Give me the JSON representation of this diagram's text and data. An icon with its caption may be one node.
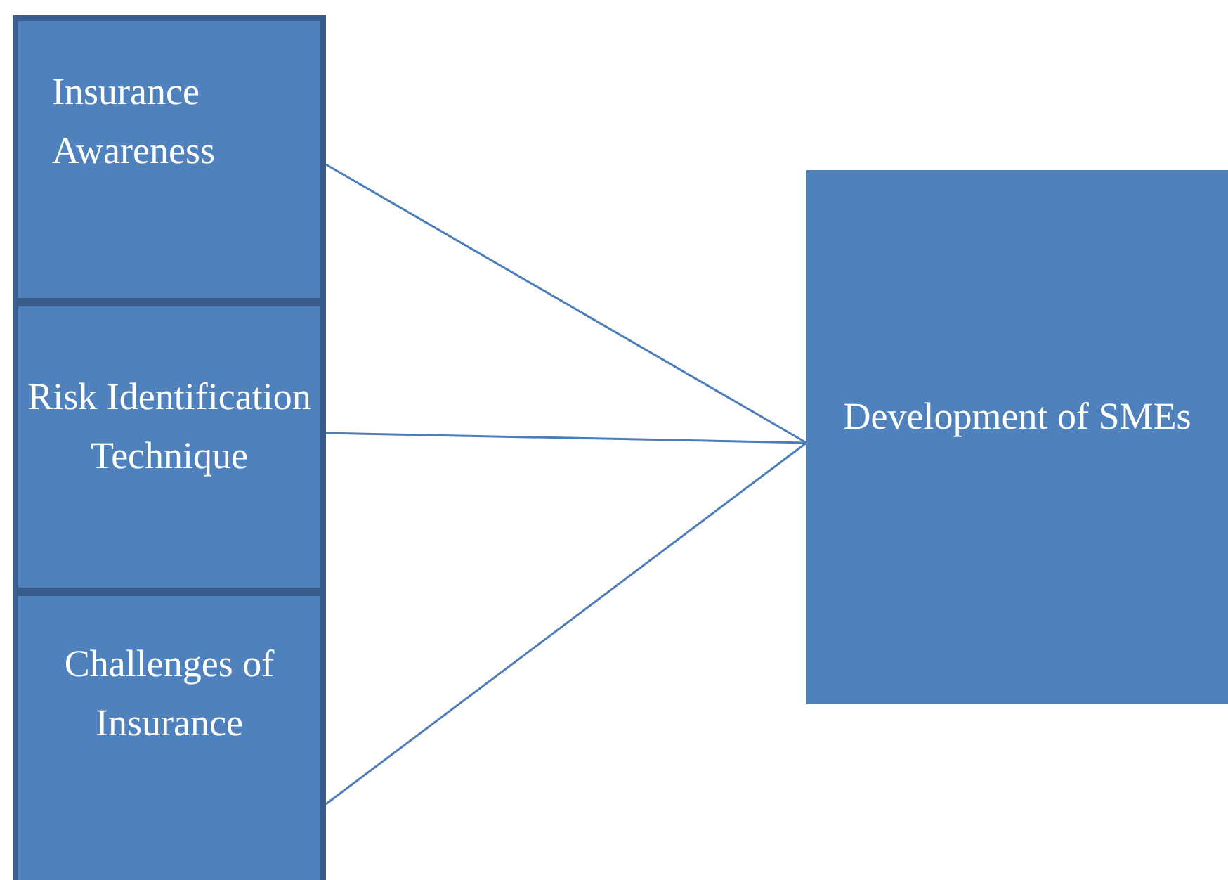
{
  "diagram": {
    "nodes": [
      {
        "text": [
          "Insurance Awareness"
        ]
      },
      {
        "text": [
          "Risk Identification Technique"
        ]
      },
      {
        "text": [
          "Challenges of Insurance"
        ]
      },
      {
        "text": [
          "Development of SMEs"
        ]
      }
    ],
    "edges": [
      {
        "from": 0,
        "to": 3,
        "arrow": "none"
      },
      {
        "from": 1,
        "to": 3,
        "arrow": "none"
      },
      {
        "from": 2,
        "to": 3,
        "arrow": "none"
      }
    ]
  }
}
